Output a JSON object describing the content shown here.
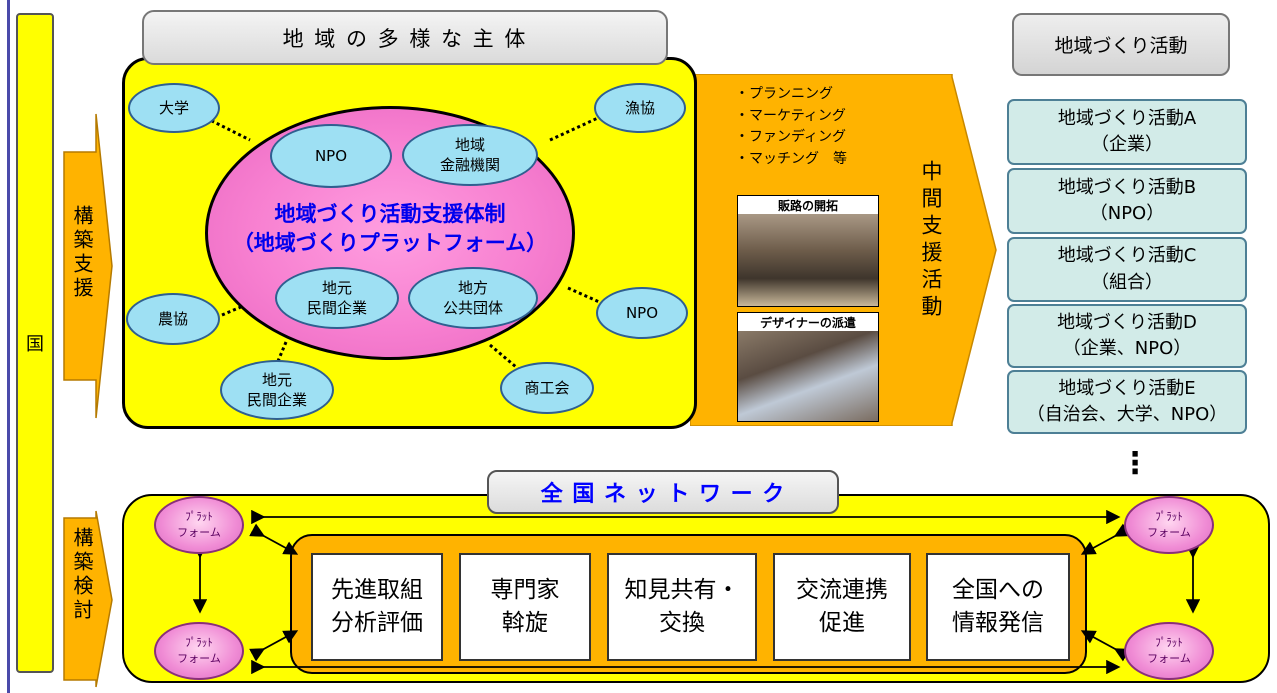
{
  "country_label": "国",
  "left_arrows": {
    "upper": "構築支援",
    "lower": "構築検討"
  },
  "diverse_actors": {
    "title": "地 域 の 多 様 な 主 体",
    "center_title": "地域づくり活動支援体制",
    "center_subtitle": "（地域づくりプラットフォーム）",
    "inner_nodes": [
      "NPO",
      "地域\n金融機関",
      "地元\n民間企業",
      "地方\n公共団体"
    ],
    "outer_nodes": [
      "大学",
      "漁協",
      "農協",
      "NPO",
      "地元\n民間企業",
      "商工会"
    ]
  },
  "intermediate": {
    "items": [
      "・プランニング",
      "・マーケティング",
      "・ファンディング",
      "・マッチング　等"
    ],
    "label": "中間支援活動",
    "photos": [
      "販路の開拓",
      "デザイナーの派遣"
    ]
  },
  "activities": {
    "header": "地域づくり活動",
    "items": [
      "地域づくり活動A\n（企業）",
      "地域づくり活動B\n（NPO）",
      "地域づくり活動C\n（組合）",
      "地域づくり活動D\n（企業、NPO）",
      "地域づくり活動E\n（自治会、大学、NPO）"
    ],
    "ellipsis": "⋮"
  },
  "network": {
    "title": "全 国 ネ ッ ト ワ ー ク",
    "platform_label": "ﾌﾟﾗｯﾄ\nフォーム",
    "services": [
      "先進取組\n分析評価",
      "専門家\n斡旋",
      "知見共有・\n交換",
      "交流連携\n促進",
      "全国への\n情報発信"
    ]
  },
  "colors": {
    "yellow": "#ffff00",
    "orange": "#ffb300",
    "light_blue": "#9ee0f3",
    "pink": "#f48fd6",
    "teal_box": "#d2ebe8",
    "header_gray": "#e6e6e6",
    "title_blue": "#0000ff",
    "left_bar_border": "#3a3aa0"
  }
}
